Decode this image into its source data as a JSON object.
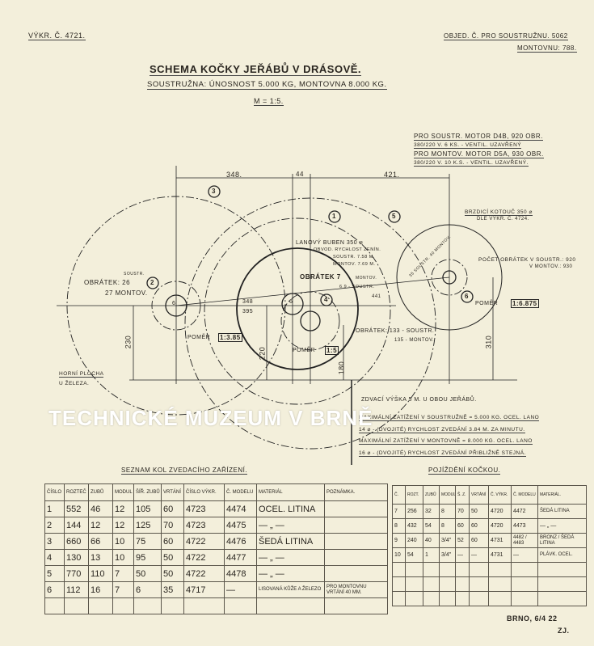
{
  "header": {
    "drawing_no": "Výkr. č. 4721.",
    "order_lathe": "Objed. č. pro soustružnu. 5062",
    "order_assembly": "montovnu: 788.",
    "title": "Schema kočky jeřábů v Drásově.",
    "subtitle": "Soustružna: únosnost 5.000 kg, Montovna 8.000 kg.",
    "scale": "M = 1:5."
  },
  "motors": {
    "line1": "Pro soustr. motor D4b, 920 obr.",
    "line2": "380/220 V. 6 Ks. - ventil. uzavřený",
    "line3": "Pro montov. motor D5a, 930 obr.",
    "line4": "380/220 V. 10 K.S. - ventil. uzavřený."
  },
  "dimensions": {
    "d1": "348.",
    "d2": "44",
    "d3": "421.",
    "h1": "230",
    "h2": "220",
    "h3": "180",
    "h4": "310",
    "x1": "348",
    "x2": "395"
  },
  "labels": {
    "g1": "1",
    "g2": "2",
    "g3": "3",
    "g4": "4",
    "g5": "5",
    "g6": "6",
    "brake": "Brzdicí kotouč 350 ⌀",
    "brake2": "dle výkr. č. 4724.",
    "motor_rev": "Počet obrátek v soustr.: 920",
    "motor_rev2": "v montov.: 930",
    "ratio6": "Poměr",
    "ratio6_val": "1:6.875",
    "speed_m": "35 soustr. 40 montov.",
    "drum": "Lanový buben 350 ⌀",
    "drum2": "Obvod. rychlost zenín.",
    "drum3": "soustr. 7.58 m.",
    "drum4": "montov. 7.69 m.",
    "rev_drum": "Obrátek 7",
    "rev_drum2": "6.9 - soustr.",
    "rev_drum3": "montov.",
    "rev_g2a": "soustr.",
    "rev_g2": "Obrátek: 26",
    "rev_g2b": "27 montov.",
    "ratio2": "Poměr",
    "ratio2_val": "1:3.85",
    "ratio4": "Poměr",
    "ratio4_val": "1:5",
    "rev_g4": "Obrátek: 133 - soustr.",
    "rev_g4b": "135 - montov.",
    "base": "Horní plocha",
    "base2": "u železa.",
    "n6": "6",
    "n6b": "6",
    "n441": "441"
  },
  "notes": {
    "lift": "Zdvací výška 5 m. u obou jeřábů.",
    "n1": "Maximální zatížení v soustružně = 5.000 kg. ocel. lano",
    "n2": "14 ⌀ - (dvojité) rychlost zvedání 3.84 m. za minutu.",
    "n3": "Maximální zatížení v montovně = 8.000 kg. ocel. lano",
    "n4": "16 ⌀ - (dvojité) rychlost zvedání přibližně stejná."
  },
  "table_left": {
    "title": "Seznam kol zvedacího zařízení.",
    "headers": [
      "Číslo",
      "Rozteč",
      "Zubů",
      "Modul",
      "Šíř. zubů",
      "Vrtání",
      "Číslo výkr.",
      "Č. modelu",
      "Materiál",
      "Poznámka."
    ],
    "rows": [
      [
        "1",
        "552",
        "46",
        "12",
        "105",
        "60",
        "4723",
        "4474",
        "Ocel. litina",
        ""
      ],
      [
        "2",
        "144",
        "12",
        "12",
        "125",
        "70",
        "4723",
        "4475",
        "— „ —",
        ""
      ],
      [
        "3",
        "660",
        "66",
        "10",
        "75",
        "60",
        "4722",
        "4476",
        "Šedá litina",
        ""
      ],
      [
        "4",
        "130",
        "13",
        "10",
        "95",
        "50",
        "4722",
        "4477",
        "— „ —",
        ""
      ],
      [
        "5",
        "770",
        "110",
        "7",
        "50",
        "50",
        "4722",
        "4478",
        "— „ —",
        ""
      ],
      [
        "6",
        "112",
        "16",
        "7",
        "6",
        "35",
        "4717",
        "—",
        "Lisovaná kůže a železo",
        "Pro montovnu vrtání 40 mm."
      ]
    ]
  },
  "table_right": {
    "title": "Pojíždění kočkou.",
    "headers": [
      "Č.",
      "Rozt.",
      "Zubů",
      "Modul",
      "Š. z.",
      "Vrtání",
      "Č. výkr.",
      "Č. modelu",
      "Materiál."
    ],
    "rows": [
      [
        "7",
        "256",
        "32",
        "8",
        "70",
        "50",
        "4720",
        "4472",
        "Šedá litina"
      ],
      [
        "8",
        "432",
        "54",
        "8",
        "60",
        "60",
        "4720",
        "4473",
        "— „ —"
      ],
      [
        "9",
        "240",
        "40",
        "3/4\"",
        "52",
        "60",
        "4731",
        "4482 / 4483",
        "Bronz / Šedá litina"
      ],
      [
        "10",
        "54",
        "1",
        "3/4\"",
        "—",
        "—",
        "4731",
        "—",
        "Plávk. ocel."
      ]
    ]
  },
  "footer": {
    "place_date": "Brno, 6/4 22",
    "initials": "ZJ."
  },
  "watermark": "Technické muzeum v Brně"
}
